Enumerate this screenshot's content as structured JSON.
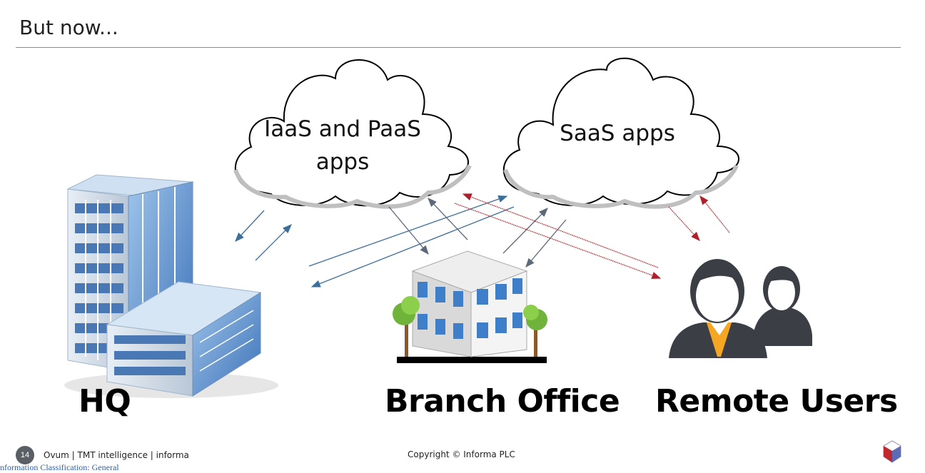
{
  "slide": {
    "title": "But now...",
    "clouds": {
      "iaas_line1": "IaaS and PaaS",
      "iaas_line2": "apps",
      "saas": "SaaS apps"
    },
    "labels": {
      "hq": "HQ",
      "branch": "Branch Office",
      "remote": "Remote Users"
    },
    "footer": {
      "page_number": "14",
      "left_text": "Ovum  |  TMT intelligence  |  informa",
      "copyright": "Copyright © Informa PLC",
      "classification": "Information Classification: General"
    },
    "colors": {
      "blue_arrow": "#3c6e9c",
      "gray_arrow": "#5d6878",
      "red_arrow": "#b0202a"
    }
  }
}
